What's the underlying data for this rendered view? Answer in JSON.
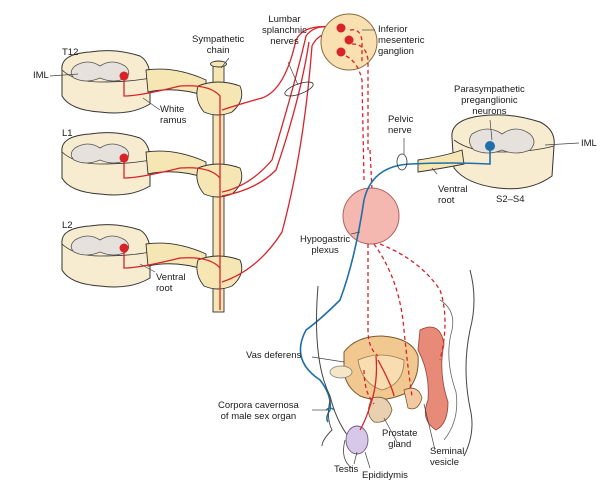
{
  "labels": {
    "t12": "T12",
    "l1": "L1",
    "l2": "L2",
    "iml_left": "IML",
    "iml_right": "IML",
    "white_ramus": [
      "White",
      "ramus"
    ],
    "sympathetic_chain": [
      "Sympathetic",
      "chain"
    ],
    "lumbar_splanchnic": [
      "Lumbar",
      "splanchnic",
      "nerves"
    ],
    "inferior_mesenteric": [
      "Inferior",
      "mesenteric",
      "ganglion"
    ],
    "parasympathetic": [
      "Parasympathetic",
      "preganglionic",
      "neurons"
    ],
    "pelvic_nerve": [
      "Pelvic",
      "nerve"
    ],
    "ventral_root_right": [
      "Ventral",
      "root"
    ],
    "s2_s4": "S2–S4",
    "hypogastric": [
      "Hypogastric",
      "plexus"
    ],
    "ventral_root_left": [
      "Ventral",
      "root"
    ],
    "vas_deferens": "Vas deferens",
    "corpora": [
      "Corpora cavernosa",
      "of male sex organ"
    ],
    "prostate": [
      "Prostate",
      "gland"
    ],
    "seminal": [
      "Seminal",
      "vesicle"
    ],
    "testis": "Testis",
    "epididymis": "Epididymis"
  },
  "colors": {
    "sympathetic": "#d8232a",
    "parasympathetic": "#1f6fa8",
    "spinal_tissue": "#f8ecd0",
    "grey_matter": "#e6e1dc",
    "chain": "#f6e6b4",
    "hypogastric": "#f4b8b0",
    "bladder": "#f0c890",
    "rectum": "#e88a78"
  }
}
